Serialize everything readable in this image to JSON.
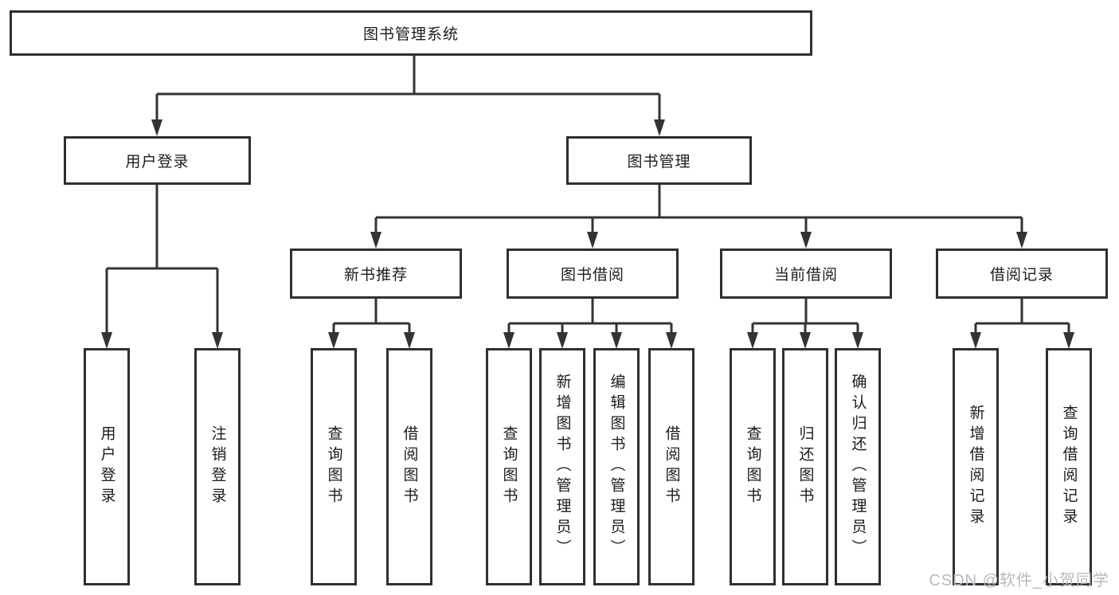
{
  "diagram": {
    "tree": {
      "root": {
        "label": "图书管理系统"
      },
      "children": [
        {
          "label": "用户登录",
          "children": [
            {
              "label": "用户登录"
            },
            {
              "label": "注销登录"
            }
          ]
        },
        {
          "label": "图书管理",
          "children": [
            {
              "label": "新书推荐",
              "children": [
                {
                  "label": "查询图书"
                },
                {
                  "label": "借阅图书"
                }
              ]
            },
            {
              "label": "图书借阅",
              "children": [
                {
                  "label": "查询图书"
                },
                {
                  "label": "新增图书（管理员）"
                },
                {
                  "label": "编辑图书（管理员）"
                },
                {
                  "label": "借阅图书"
                }
              ]
            },
            {
              "label": "当前借阅",
              "children": [
                {
                  "label": "查询图书"
                },
                {
                  "label": "归还图书"
                },
                {
                  "label": "确认归还（管理员）"
                }
              ]
            },
            {
              "label": "借阅记录",
              "children": [
                {
                  "label": "新增借阅记录"
                },
                {
                  "label": "查询借阅记录"
                }
              ]
            }
          ]
        }
      ]
    },
    "colors": {
      "line": "#333333",
      "box_border": "#2f2f2f",
      "text": "#1c1c1c",
      "background": "#ffffff",
      "watermark": "#b6bac1"
    }
  },
  "watermark": {
    "text": "CSDN @软件_小贺同学"
  }
}
